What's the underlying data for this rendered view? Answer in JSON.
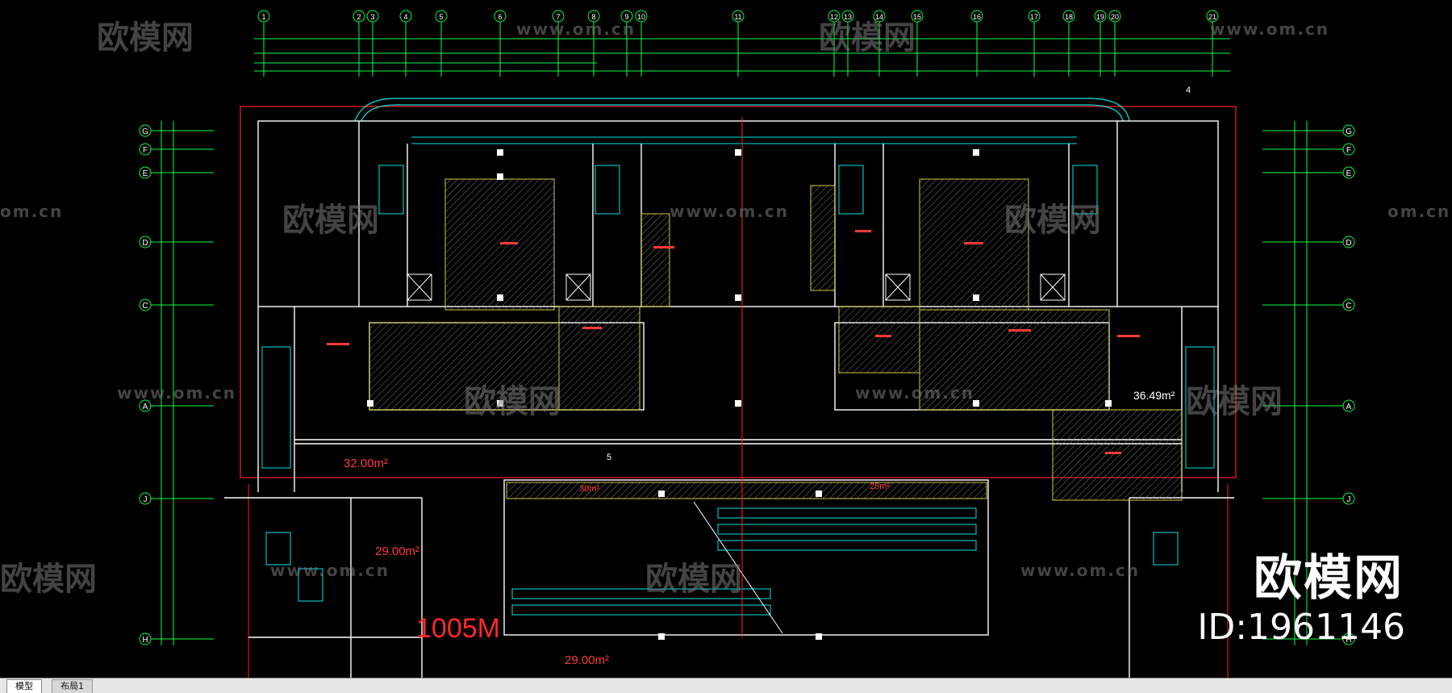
{
  "canvas": {
    "name": "cad-floor-plan",
    "axis_top": [
      "1",
      "2",
      "3",
      "4",
      "5",
      "6",
      "7",
      "8",
      "9",
      "10",
      "11",
      "12",
      "13",
      "14",
      "15",
      "16",
      "17",
      "18",
      "19",
      "20",
      "21"
    ],
    "axis_side": [
      "G",
      "F",
      "E",
      "D",
      "C",
      "A",
      "J",
      "H"
    ],
    "area_labels": {
      "left_lobby": "32.00m²",
      "left_room": "29.00m²",
      "right_shop": "36.49m²",
      "bottom_hall": "29.00m²",
      "hall_dim": "1005M",
      "hall_room_a": "30m²",
      "hall_room_b": "25m²"
    }
  },
  "watermark": {
    "logo": "欧模网",
    "url": "www.om.cn",
    "url_short": "om.cn"
  },
  "brand": {
    "name": "欧模网",
    "id": "ID:1961146"
  },
  "tabs": {
    "model": "模型",
    "layout1": "布局1"
  },
  "colors": {
    "background": "#000000",
    "walls": "#ffffff",
    "grid_green": "#00ff44",
    "cyan": "#00e5e5",
    "red": "#ff2020",
    "yellow": "#ffff66"
  }
}
